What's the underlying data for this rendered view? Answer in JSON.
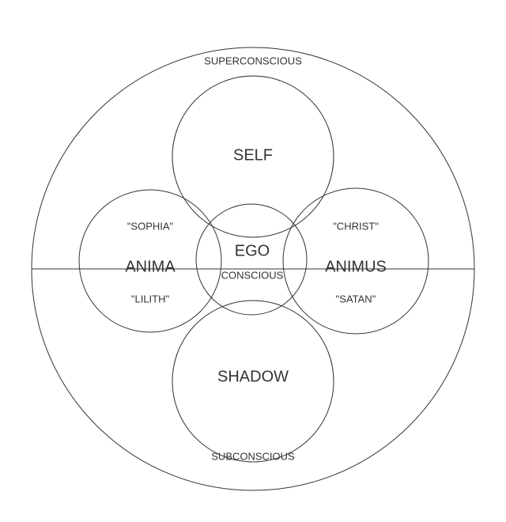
{
  "outer_zones": {
    "top": "SUPERCONSCIOUS",
    "bottom": "SUBCONSCIOUS"
  },
  "self": {
    "label": "SELF"
  },
  "shadow": {
    "label": "SHADOW"
  },
  "anima": {
    "label": "ANIMA",
    "upper": "\"SOPHIA\"",
    "lower": "\"LILITH\""
  },
  "animus": {
    "label": "ANIMUS",
    "upper": "\"CHRIST\"",
    "lower": "\"SATAN\""
  },
  "ego": {
    "label": "EGO",
    "sublabel": "CONSCIOUS"
  }
}
